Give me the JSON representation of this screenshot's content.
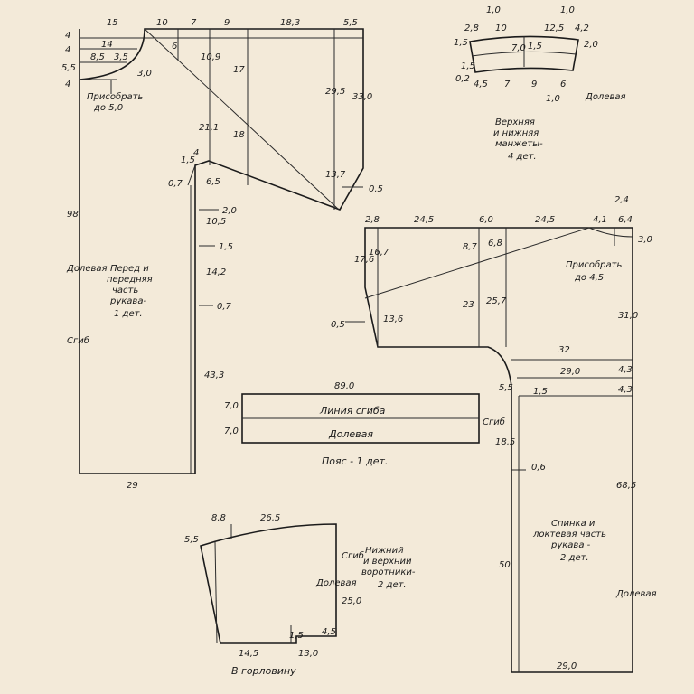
{
  "colors": {
    "paper": "#f3ead9",
    "ink": "#1b1b1b"
  },
  "front": {
    "top_dims": [
      "15",
      "10",
      "7",
      "9",
      "18,3",
      "5,5"
    ],
    "left_dims": [
      "4",
      "4",
      "5,5",
      "4"
    ],
    "neck_dims": [
      "14",
      "8,5",
      "3,5",
      "3,0",
      "6",
      "10,9",
      "17"
    ],
    "gather_note_1": "Присобрать",
    "gather_note_2": "до 5,0",
    "mid_dims": [
      "21,1",
      "18",
      "29,5",
      "33,0",
      "13,7",
      "0,5"
    ],
    "side_dims": [
      "1,5",
      "4",
      "0,7",
      "6,5",
      "2,0",
      "10,5",
      "1,5",
      "14,2",
      "0,7",
      "43,3"
    ],
    "length_dim": "98",
    "fold": "Сгиб",
    "grain": "Долевая",
    "label": [
      "Перед и",
      "передняя",
      "часть",
      "рукава-",
      "1 дет."
    ],
    "bottom_dim": "29"
  },
  "cuff": {
    "top_dims": [
      "1,0",
      "2,8",
      "10",
      "12,5",
      "4,2",
      "1,0"
    ],
    "side_dims": [
      "1,5",
      "2,0",
      "0,2",
      "1,5"
    ],
    "inner_dims": [
      "7,0",
      "1,5"
    ],
    "bottom_dims": [
      "4,5",
      "7",
      "9",
      "6",
      "1,0"
    ],
    "grain": "Долевая",
    "label": [
      "Верхняя",
      "и нижняя",
      "манжеты-",
      "4 дет."
    ]
  },
  "back": {
    "top_dims": [
      "2,8",
      "24,5",
      "6,0",
      "24,5",
      "4,1",
      "6,4"
    ],
    "right_dims": [
      "2,4",
      "3,0"
    ],
    "gather_note_1": "Присобрать",
    "gather_note_2": "до 4,5",
    "mid_dims": [
      "17,6",
      "16,7",
      "8,7",
      "6,8",
      "0,5",
      "13,6",
      "23",
      "25,7",
      "31,0"
    ],
    "waist_dims": [
      "32",
      "29,0",
      "4,3",
      "5,5",
      "1,5",
      "4,3"
    ],
    "lower_dims": [
      "18,5",
      "0,6",
      "68,5",
      "50"
    ],
    "label": [
      "Спинка и",
      "локтевая часть",
      "рукава -",
      "2 дет."
    ],
    "grain": "Долевая",
    "bottom_dim": "29,0"
  },
  "belt": {
    "length_dim": "89,0",
    "side_dims": [
      "7,0",
      "7,0"
    ],
    "fold_line": "Линия сгиба",
    "grain": "Долевая",
    "fold": "Сгиб",
    "label": "Пояс - 1 дет."
  },
  "collar": {
    "top_dims": [
      "8,8",
      "26,5"
    ],
    "side_dims": [
      "5,5",
      "25,0",
      "4,5",
      "1,5"
    ],
    "fold": "Сгиб",
    "grain": "Долевая",
    "label": [
      "Нижний",
      "и верхний",
      "воротники-",
      "2 дет."
    ],
    "bottom_dims": [
      "14,5",
      "13,0"
    ],
    "neck_note": "В горловину"
  }
}
